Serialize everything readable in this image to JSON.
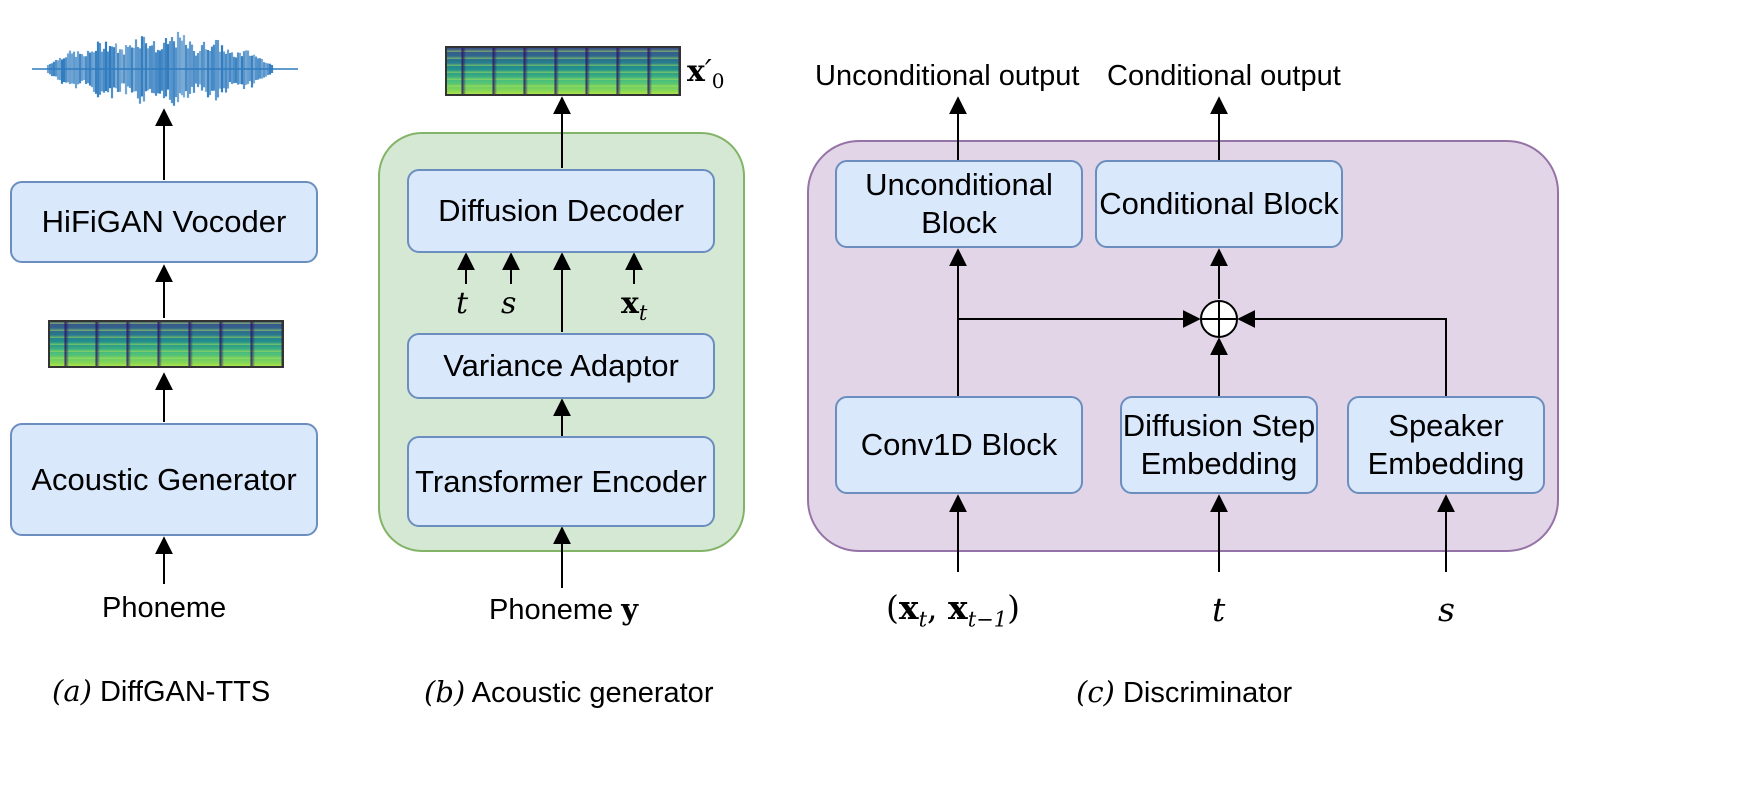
{
  "panel_a": {
    "vocoder": "HiFiGAN Vocoder",
    "generator": "Acoustic Generator",
    "input": "Phoneme",
    "caption_var": "(a)",
    "caption_text": "DiffGAN-TTS"
  },
  "panel_b": {
    "decoder": "Diffusion Decoder",
    "variance": "Variance Adaptor",
    "encoder": "Transformer Encoder",
    "input_text": "Phoneme",
    "input_sym": "y",
    "out_sym": "x",
    "out_mark": "′",
    "out_sub": "0",
    "in_t": "t",
    "in_s": "s",
    "in_x": "x",
    "in_x_sub": "t",
    "caption_var": "(b)",
    "caption_text": "Acoustic generator"
  },
  "panel_c": {
    "uncond_output": "Unconditional output",
    "cond_output": "Conditional output",
    "uncond_block_l1": "Unconditional",
    "uncond_block_l2": "Block",
    "cond_block": "Conditional Block",
    "conv_block": "Conv1D Block",
    "diff_emb_l1": "Diffusion Step",
    "diff_emb_l2": "Embedding",
    "spk_emb_l1": "Speaker",
    "spk_emb_l2": "Embedding",
    "input_x_open": "(",
    "input_x1": "x",
    "input_x1_sub": "t",
    "input_comma": ", ",
    "input_x2": "x",
    "input_x2_sub": "t−1",
    "input_x_close": ")",
    "input_t": "t",
    "input_s": "s",
    "caption_var": "(c)",
    "caption_text": "Discriminator"
  },
  "colors": {
    "block_fill": "#dae8fc",
    "block_stroke": "#6c8ebf",
    "generator_fill": "#d5e8d4",
    "generator_stroke": "#82b366",
    "discriminator_fill": "#e1d5e7",
    "discriminator_stroke": "#9673a6",
    "waveform": "#2f7bbf"
  },
  "icons": [
    "waveform-icon",
    "mel-spectrogram-icon",
    "sum-circle-icon"
  ]
}
